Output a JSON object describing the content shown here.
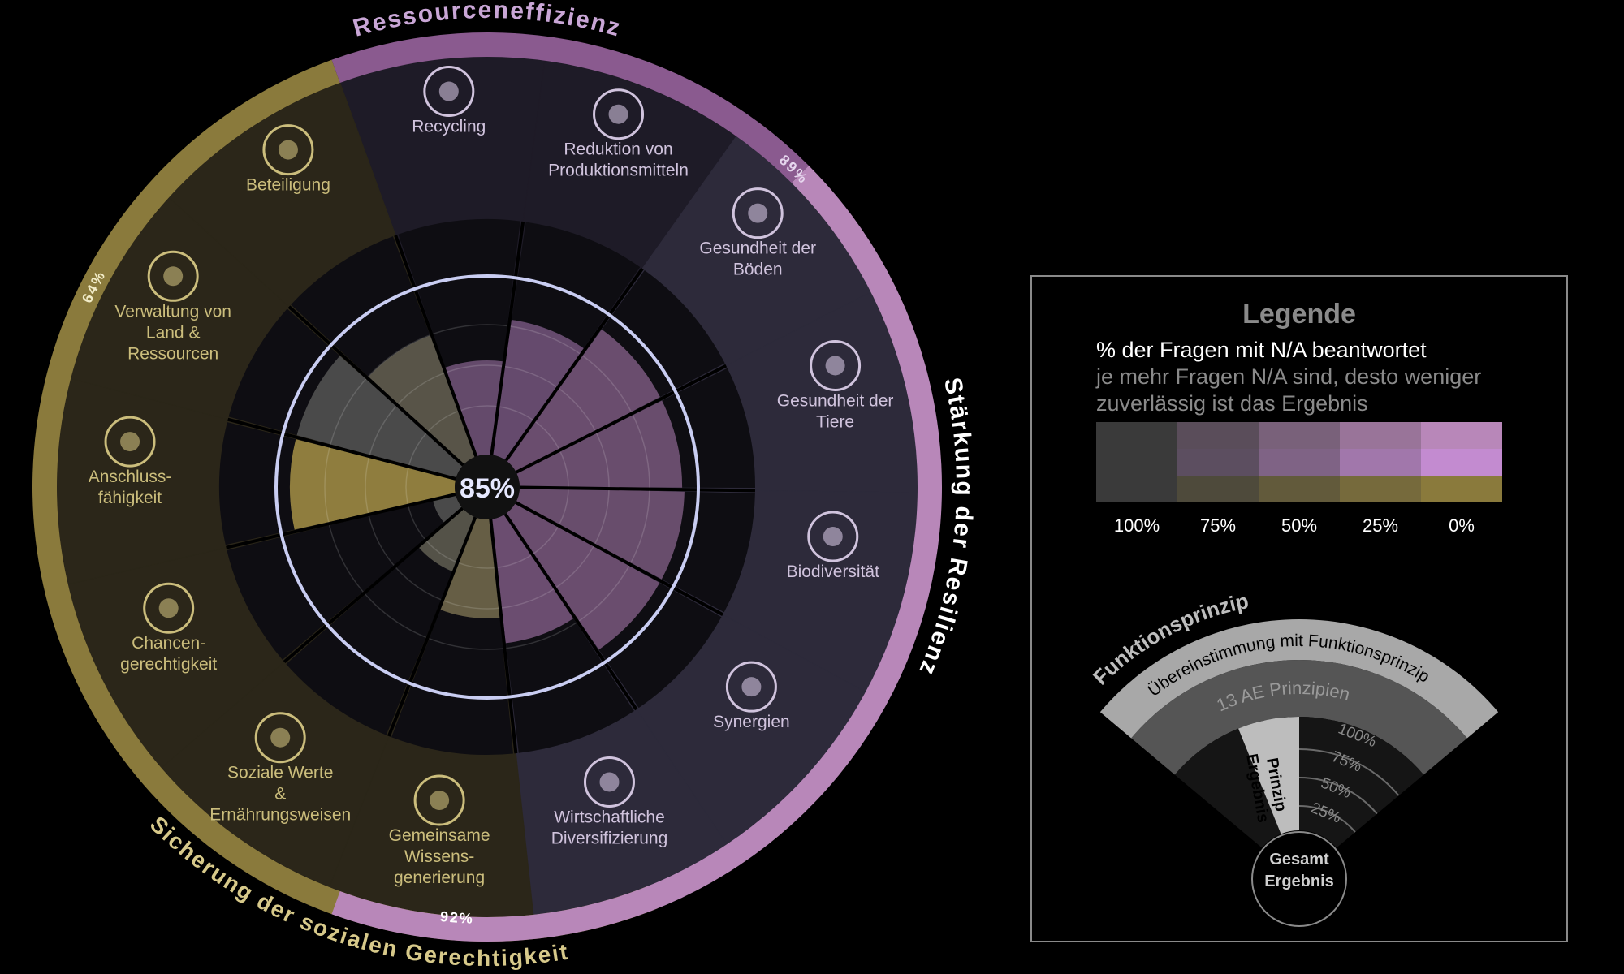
{
  "center_score": "85%",
  "colors": {
    "social_dark": "#2b2619",
    "social_ring": "#8a7a3c",
    "social_bar": "#8f7d3e",
    "social_label": "#cbbd7c",
    "resil_dark": "#2d2a3a",
    "resil_ring": "#b887b9",
    "resil_bar": "#6d4d72",
    "resil_label": "#d0c3dd",
    "resource_dark": "#1e1b27",
    "resource_ring": "#8a5a8f",
    "na_gray": "#555555",
    "center_ring": "#c9cdf2"
  },
  "chart_data": {
    "type": "radial-bar",
    "center_value": 85,
    "groups": [
      {
        "name": "Ressourceneffizienz",
        "score_label": "89%",
        "score": 89
      },
      {
        "name": "Stärkung der Resilienz",
        "score_label": "92%",
        "score": 92
      },
      {
        "name": "Sicherung der sozialen Gerechtigkeit",
        "score_label": "64%",
        "score": 64
      }
    ],
    "principles": [
      {
        "label": "Recycling",
        "group": "resource",
        "score": 0.4,
        "na": 0.2,
        "icon": "recycling-icon"
      },
      {
        "label": "Reduktion von Produktionsmitteln",
        "group": "resource",
        "score": 0.58,
        "na": 0.15,
        "icon": "input-reduction-icon"
      },
      {
        "label": "Gesundheit der Böden",
        "group": "resilience",
        "score": 0.69,
        "na": 0.1,
        "icon": "soil-health-icon"
      },
      {
        "label": "Gesundheit der Tiere",
        "group": "resilience",
        "score": 0.69,
        "na": 0.12,
        "icon": "animal-health-icon"
      },
      {
        "label": "Biodiversität",
        "group": "resilience",
        "score": 0.7,
        "na": 0.15,
        "icon": "biodiversity-icon"
      },
      {
        "label": "Synergien",
        "group": "resilience",
        "score": 0.7,
        "na": 0.1,
        "icon": "synergies-icon"
      },
      {
        "label": "Wirtschaftliche Diversifizierung",
        "group": "resilience",
        "score": 0.53,
        "na": 0.05,
        "icon": "diversification-icon"
      },
      {
        "label": "Gemeinsame Wissens- generierung",
        "group": "social",
        "score": 0.42,
        "na": 0.6,
        "icon": "knowledge-icon"
      },
      {
        "label": "Soziale Werte & Ernährungsweisen",
        "group": "social",
        "score": 0.25,
        "na": 0.85,
        "icon": "cutlery-icon"
      },
      {
        "label": "Chancen- gerechtigkeit",
        "group": "social",
        "score": 0.1,
        "na": 1.0,
        "icon": "scale-icon"
      },
      {
        "label": "Anschluss- fähigkeit",
        "group": "social",
        "score": 0.7,
        "na": 0.0,
        "icon": "network-icon"
      },
      {
        "label": "Verwaltung von Land & Ressourcen",
        "group": "social",
        "score": 0.7,
        "na": 1.0,
        "icon": "institution-icon"
      },
      {
        "label": "Beteiligung",
        "group": "social",
        "score": 0.55,
        "na": 0.8,
        "icon": "people-icon"
      }
    ]
  },
  "legend": {
    "title": "Legende",
    "subtitle": "% der Fragen mit N/A beantwortet",
    "note_line1": "je mehr Fragen N/A sind, desto weniger",
    "note_line2": "zuverlässig ist das Ergebnis",
    "scale_labels": [
      "100%",
      "75%",
      "50%",
      "25%",
      "0%"
    ],
    "fan_title": "Funktionsprinzip",
    "fan_band1": "Übereinstimmung mit Funktionsprinzip",
    "fan_band2": "13 AE Prinzipien",
    "fan_pct": [
      "100%",
      "75%",
      "50%",
      "25%"
    ],
    "fan_inner_a": "Prinzip",
    "fan_inner_b": "Ergebnis",
    "fan_center_a": "Gesamt",
    "fan_center_b": "Ergebnis"
  }
}
